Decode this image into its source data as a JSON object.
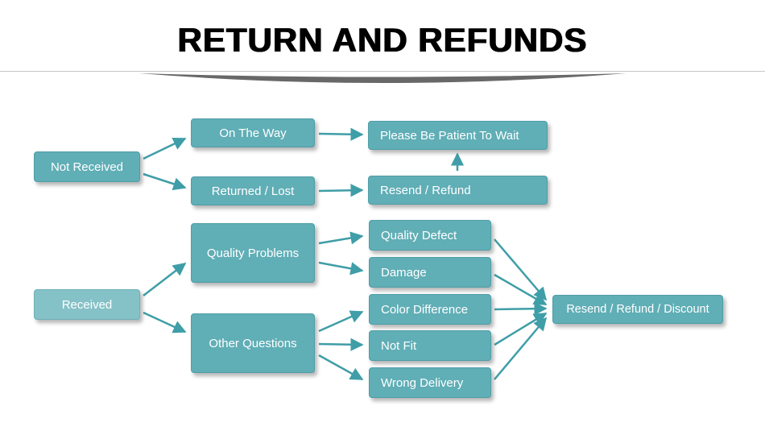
{
  "header": {
    "title": "RETURN AND REFUNDS"
  },
  "colors": {
    "box_fill": "#60aeb6",
    "box_fill_light": "#85c2c7",
    "box_border": "#4f9ea7",
    "arrow": "#3f9ea7",
    "box_text": "#ffffff",
    "title_text": "#000000",
    "divider": "#c7c7c7"
  },
  "nodes": {
    "not_received": {
      "label": "Not Received"
    },
    "on_the_way": {
      "label": "On The Way"
    },
    "please_wait": {
      "label": "Please Be Patient To Wait"
    },
    "returned_lost": {
      "label": "Returned / Lost"
    },
    "resend_refund": {
      "label": "Resend / Refund"
    },
    "received": {
      "label": "Received"
    },
    "quality_problems": {
      "label": "Quality Problems"
    },
    "quality_defect": {
      "label": "Quality Defect"
    },
    "damage": {
      "label": "Damage"
    },
    "other_questions": {
      "label": "Other Questions"
    },
    "color_difference": {
      "label": "Color Difference"
    },
    "not_fit": {
      "label": "Not Fit"
    },
    "wrong_delivery": {
      "label": "Wrong Delivery"
    },
    "resend_refund_discount": {
      "label": "Resend / Refund / Discount"
    }
  }
}
